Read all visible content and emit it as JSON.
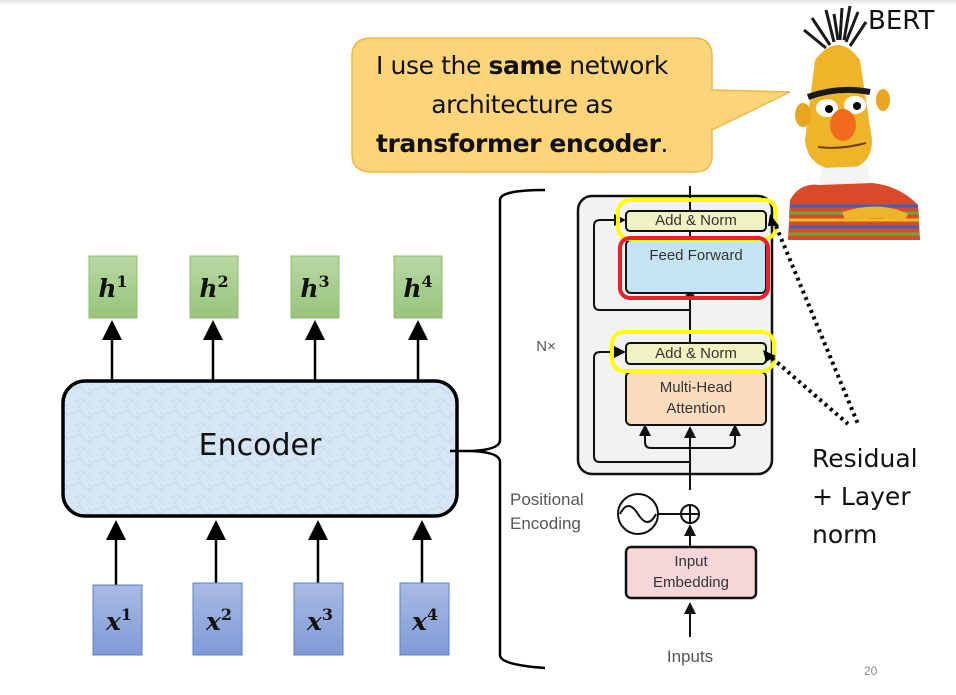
{
  "slide": {
    "page_number": "20",
    "character_label": "BERT",
    "character_image": "bert-muppet",
    "speech_bubble": {
      "parts": [
        {
          "text": "I use the ",
          "bold": false
        },
        {
          "text": "same",
          "bold": true
        },
        {
          "text": " network architecture as ",
          "bold": false
        },
        {
          "text": "transformer encoder",
          "bold": true
        },
        {
          "text": ".",
          "bold": false
        }
      ],
      "fill_color": "#fbd77a",
      "border_color": "#f0b940"
    },
    "encoder": {
      "label": "Encoder",
      "fill_color": "#d6e6f5"
    },
    "outputs": [
      {
        "base": "h",
        "sup": "1"
      },
      {
        "base": "h",
        "sup": "2"
      },
      {
        "base": "h",
        "sup": "3"
      },
      {
        "base": "h",
        "sup": "4"
      }
    ],
    "inputs": [
      {
        "base": "x",
        "sup": "1"
      },
      {
        "base": "x",
        "sup": "2"
      },
      {
        "base": "x",
        "sup": "3"
      },
      {
        "base": "x",
        "sup": "4"
      }
    ],
    "output_color": "#a9d18e",
    "input_color": "#8faadc",
    "transformer": {
      "repeat_label": "N×",
      "blocks": {
        "add_norm_top": "Add & Norm",
        "feed_forward": "Feed Forward",
        "add_norm_bottom": "Add & Norm",
        "multi_head_attention": "Multi-Head Attention",
        "input_embedding": "Input Embedding"
      },
      "positional_encoding_label": "Positional Encoding",
      "inputs_label": "Inputs",
      "highlight_yellow": "#ffff00",
      "highlight_red": "#e8202a",
      "colors": {
        "add_norm": "#f1f4c3",
        "feed_forward": "#c6e4f4",
        "attention": "#fbdcbd",
        "embedding": "#f7d6d9",
        "stack_bg": "#f2f2f2"
      }
    },
    "side_note": [
      "Residual",
      "+ Layer",
      "norm"
    ]
  }
}
